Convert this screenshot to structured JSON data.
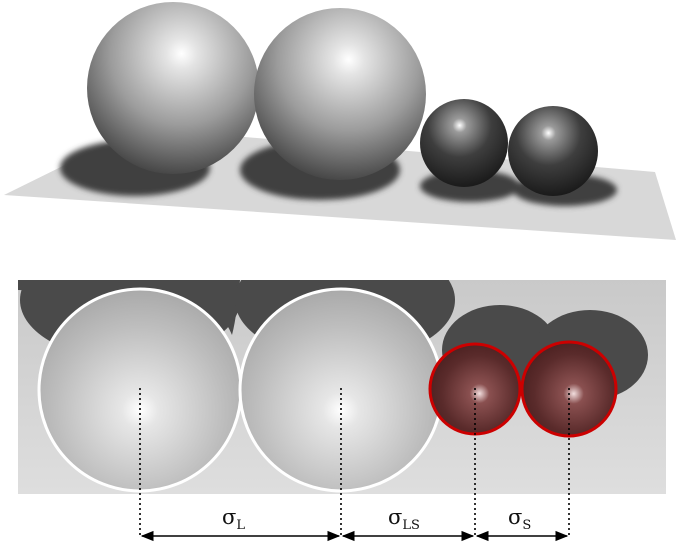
{
  "labels": {
    "sigma_L": {
      "symbol": "σ",
      "subscript": "L"
    },
    "sigma_LS": {
      "symbol": "σ",
      "subscript": "LS"
    },
    "sigma_S": {
      "symbol": "σ",
      "subscript": "S"
    }
  },
  "colors": {
    "large_outline": "#ffffff",
    "small_outline": "#cc0000",
    "small_fill": "#5a2b2b",
    "plane": "#d9d9d9",
    "panel_bg": "#d6d6d6",
    "shadow": "#4a4a4a"
  },
  "icons": [
    "double-arrow-icon"
  ]
}
